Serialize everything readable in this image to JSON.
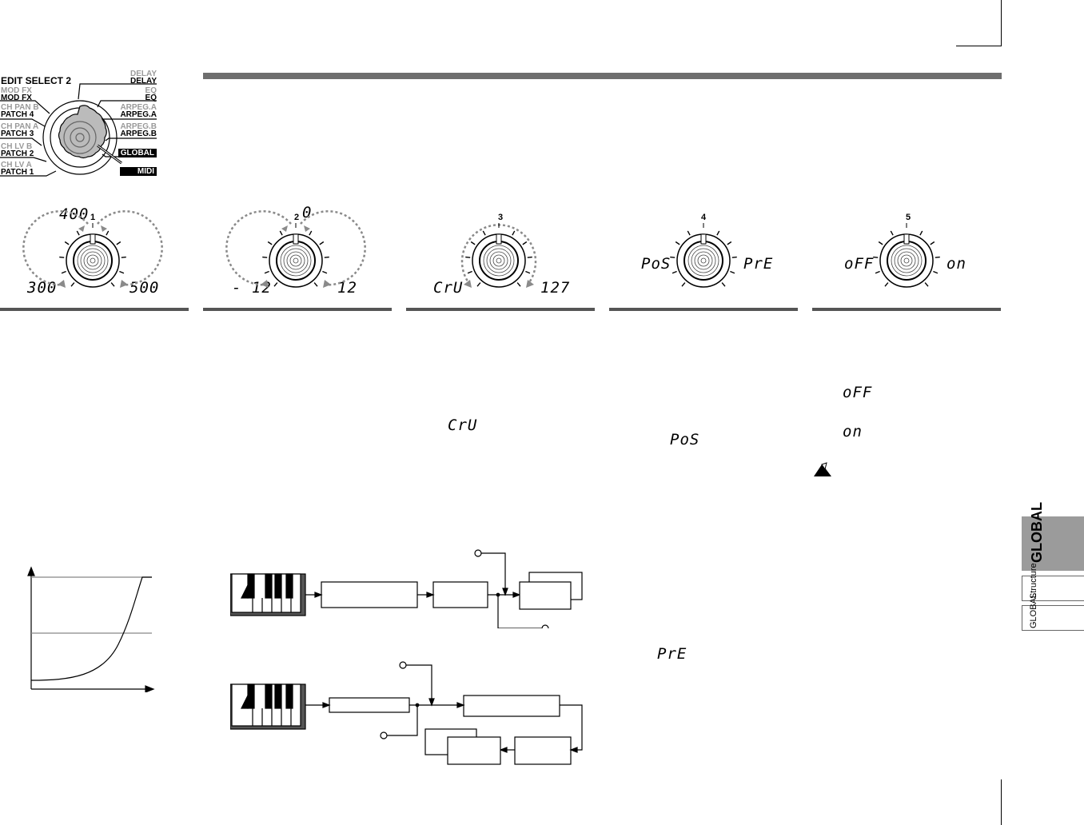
{
  "edit_select": {
    "title": "EDIT SELECT 2",
    "left_items": [
      {
        "upper": "MOD FX",
        "lower": "MOD FX"
      },
      {
        "upper": "CH PAN B",
        "lower": "PATCH 4"
      },
      {
        "upper": "CH PAN A",
        "lower": "PATCH 3"
      },
      {
        "upper": "CH LV B",
        "lower": "PATCH 2"
      },
      {
        "upper": "CH LV A",
        "lower": "PATCH 1"
      }
    ],
    "right_items": [
      {
        "upper": "DELAY",
        "lower": "DELAY"
      },
      {
        "upper": "EQ",
        "lower": "EQ"
      },
      {
        "upper": "ARPEG.A",
        "lower": "ARPEG.A"
      },
      {
        "upper": "ARPEG.B",
        "lower": "ARPEG.B"
      }
    ],
    "highlighted": [
      "GLOBAL",
      "MIDI"
    ]
  },
  "knobs": [
    {
      "number": "1",
      "top_value": "400",
      "left_value": "300",
      "right_value": "500"
    },
    {
      "number": "2",
      "top_value": "0",
      "left_value": "- 12",
      "right_value": "12"
    },
    {
      "number": "3",
      "top_value": "",
      "left_value": "CrU",
      "right_value": "127"
    },
    {
      "number": "4",
      "top_value": "",
      "left_value": "PoS",
      "right_value": "PrE"
    },
    {
      "number": "5",
      "top_value": "",
      "left_value": "oFF",
      "right_value": "on"
    }
  ],
  "inline_displays": {
    "crv": "CrU",
    "pos": "PoS",
    "pre": "PrE",
    "off": "oFF",
    "on": "on"
  },
  "side_tabs": {
    "active": "GLOBAL",
    "structure": "Structure",
    "global_small": "GLOBAL"
  },
  "colors": {
    "header_bar": "#6e6e6e",
    "separator": "#555555",
    "tab_active_bg": "#9b9b9b",
    "dashed_arc": "#8a8a8a"
  }
}
